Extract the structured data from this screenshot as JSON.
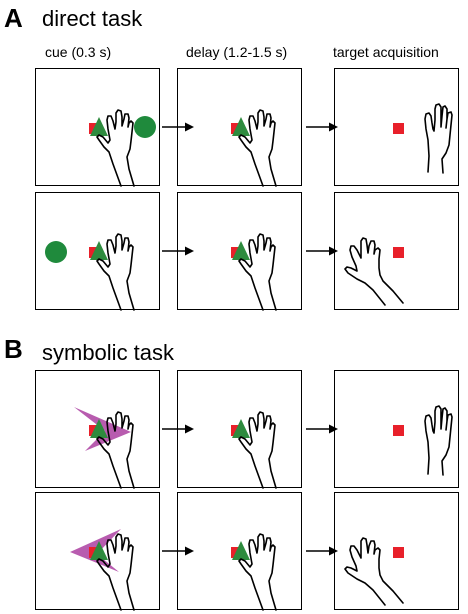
{
  "panels": [
    {
      "letter": "A",
      "title": "direct task",
      "rows": [
        {
          "frames": [
            {
              "square": true,
              "triangle": true,
              "hand": "center",
              "cue": "circle-right"
            },
            {
              "square": true,
              "triangle": true,
              "hand": "center",
              "cue": "none"
            },
            {
              "square": true,
              "triangle": false,
              "hand": "right",
              "cue": "none"
            }
          ]
        },
        {
          "frames": [
            {
              "square": true,
              "triangle": true,
              "hand": "center",
              "cue": "circle-left"
            },
            {
              "square": true,
              "triangle": true,
              "hand": "center",
              "cue": "none"
            },
            {
              "square": true,
              "triangle": false,
              "hand": "left",
              "cue": "none"
            }
          ]
        }
      ]
    },
    {
      "letter": "B",
      "title": "symbolic task",
      "rows": [
        {
          "frames": [
            {
              "square": true,
              "triangle": true,
              "hand": "center",
              "cue": "arrow-right"
            },
            {
              "square": true,
              "triangle": true,
              "hand": "center",
              "cue": "none"
            },
            {
              "square": true,
              "triangle": false,
              "hand": "right",
              "cue": "none"
            }
          ]
        },
        {
          "frames": [
            {
              "square": true,
              "triangle": true,
              "hand": "center",
              "cue": "arrow-left"
            },
            {
              "square": true,
              "triangle": true,
              "hand": "center",
              "cue": "none"
            },
            {
              "square": true,
              "triangle": false,
              "hand": "left",
              "cue": "none"
            }
          ]
        }
      ]
    }
  ],
  "columns": [
    "cue (0.3 s)",
    "delay (1.2-1.5 s)",
    "target acquisition"
  ],
  "colors": {
    "target_square": "#e8202a",
    "start_triangle": "#2e8b3e",
    "cue_circle": "#1f8a3c",
    "symbolic_cue": "#b04aa6",
    "outline": "#000000"
  }
}
